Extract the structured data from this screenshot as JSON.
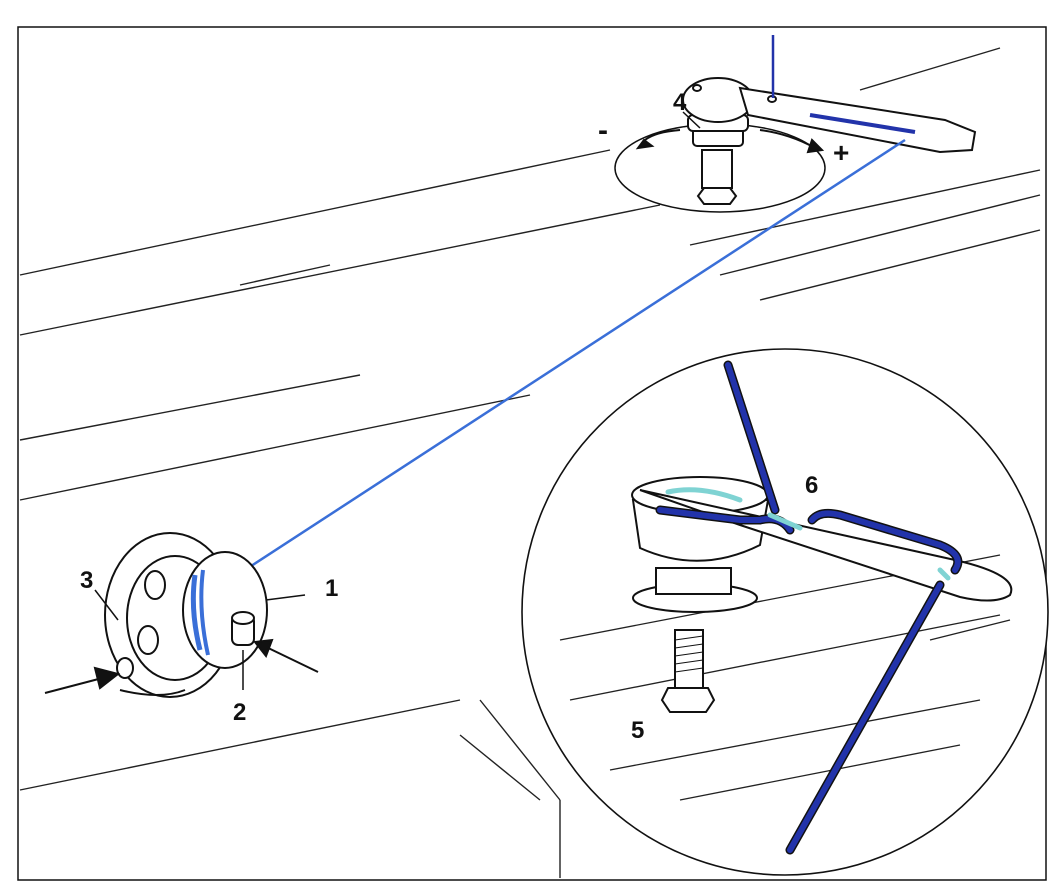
{
  "colors": {
    "thread": "#2233aa",
    "thread_light": "#3a6fd8",
    "thread_cyan": "#7fd3d3",
    "line": "#1a1a1a",
    "background": "#ffffff"
  },
  "labels": {
    "bobbin": "1",
    "spindle_pin": "2",
    "bobbin_case": "3",
    "tension_nut": "4",
    "lock_nut": "5",
    "thread_guide": "6",
    "minus": "-",
    "plus": "+"
  }
}
